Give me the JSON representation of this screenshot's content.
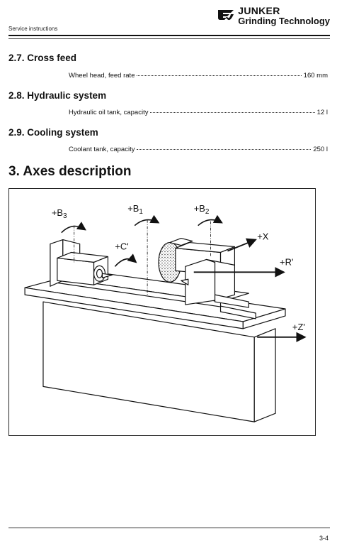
{
  "header": {
    "left_text": "Service instructions",
    "brand": "JUNKER",
    "tagline": "Grinding Technology",
    "logo_icon": "junker-logo-icon"
  },
  "sections": [
    {
      "title": "2.7. Cross feed",
      "spec_label": "Wheel head, feed rate",
      "spec_value": "160 mm"
    },
    {
      "title": "2.8. Hydraulic system",
      "spec_label": "Hydraulic oil tank, capacity",
      "spec_value": "12 l"
    },
    {
      "title": "2.9. Cooling system",
      "spec_label": "Coolant tank, capacity",
      "spec_value": "250 l"
    }
  ],
  "axes_section": {
    "title": "3. Axes description",
    "labels": {
      "b3": "+B",
      "b3_sub": "3",
      "b1": "+B",
      "b1_sub": "1",
      "b2": "+B",
      "b2_sub": "2",
      "c": "+C'",
      "x": "+X",
      "r": "+R'",
      "z": "+Z'"
    }
  },
  "footer": {
    "page_number": "3-4"
  }
}
